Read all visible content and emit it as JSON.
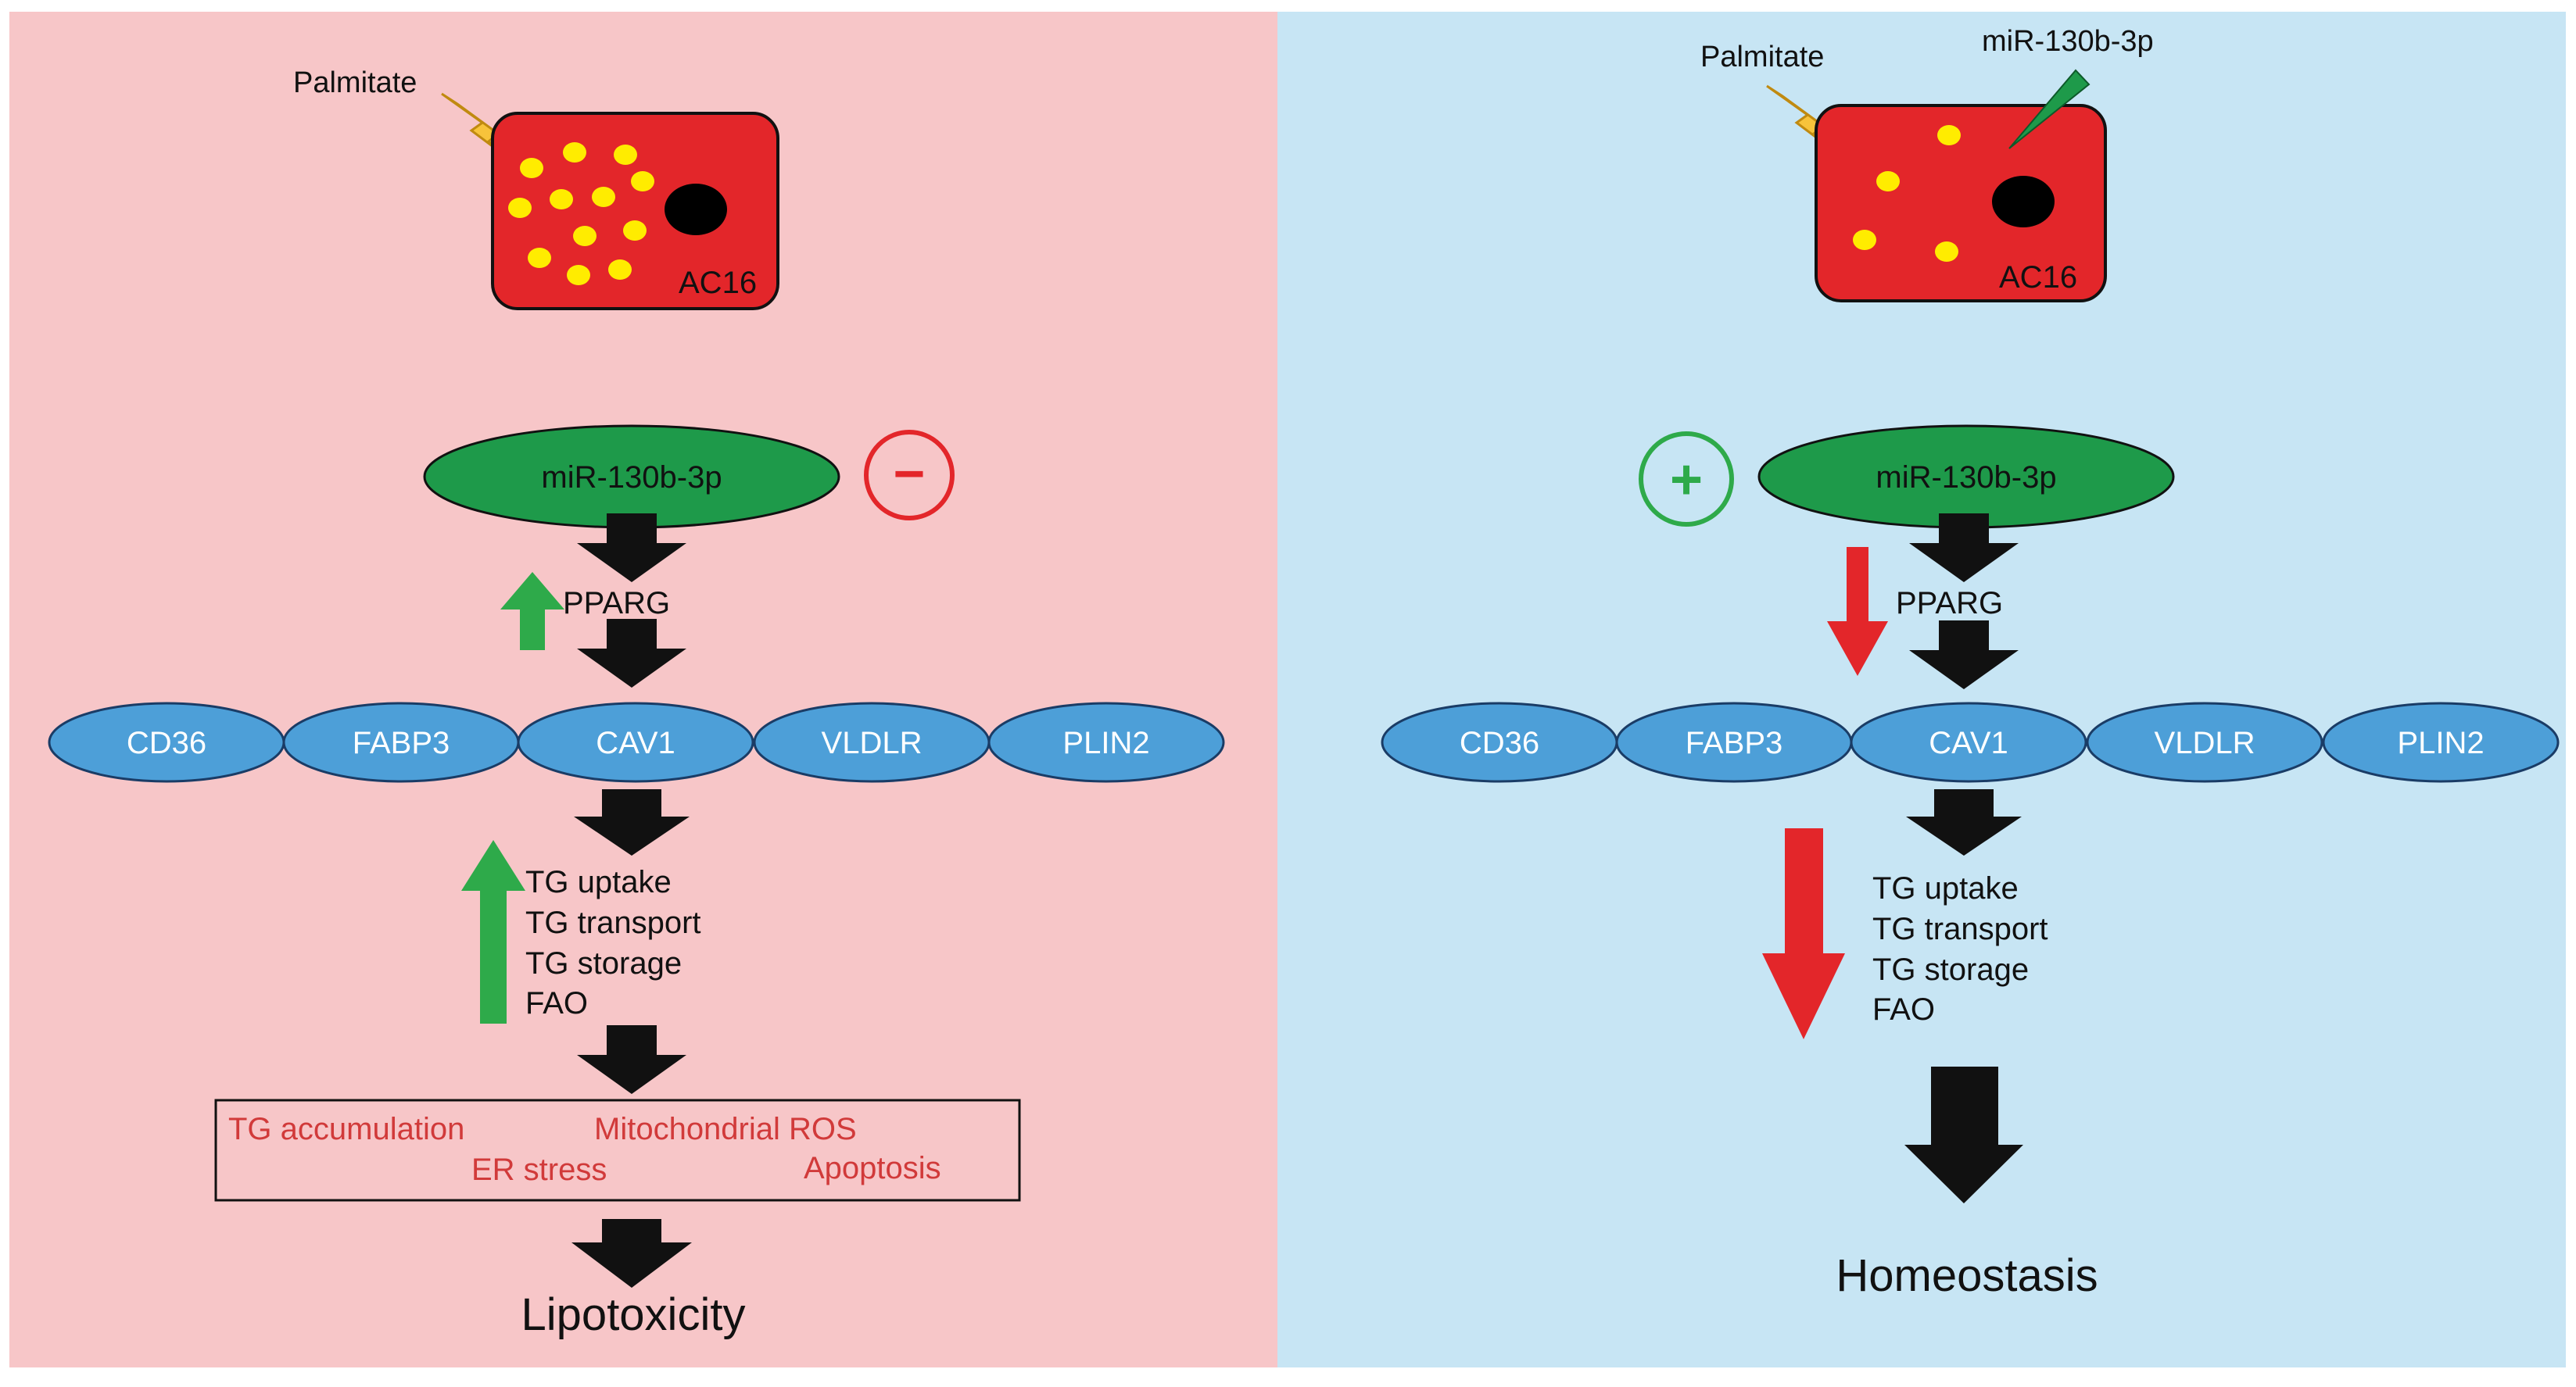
{
  "left_panel": {
    "background": "#f7c6c8",
    "cell": {
      "stimulus_label": "Palmitate",
      "cell_label": "AC16",
      "cell_color": "#e3262a",
      "droplet_color": "#ffec00"
    },
    "mirna_label": "miR-130b-3p",
    "regulation_sign": "−",
    "regulation_color": "#e3262a",
    "pparg_label": "PPARG",
    "pparg_arrow_direction": "up",
    "pparg_arrow_color": "#2eaa4a",
    "targets": [
      "CD36",
      "FABP3",
      "CAV1",
      "VLDLR",
      "PLIN2"
    ],
    "processes": [
      "TG uptake",
      "TG transport",
      "TG storage",
      "FAO"
    ],
    "process_arrow_direction": "up",
    "process_arrow_color": "#2eaa4a",
    "effects": {
      "tg_accumulation": "TG accumulation",
      "mito_ros": "Mitochondrial ROS",
      "er_stress": "ER stress",
      "apoptosis": "Apoptosis"
    },
    "effects_color": "#d13a3a",
    "outcome": "Lipotoxicity"
  },
  "right_panel": {
    "background": "#c7e5f4",
    "cell": {
      "stimulus_label": "Palmitate",
      "treatment_label": "miR-130b-3p",
      "cell_label": "AC16",
      "cell_color": "#e3262a",
      "droplet_color": "#ffec00",
      "treatment_color": "#1e9a4a"
    },
    "mirna_label": "miR-130b-3p",
    "regulation_sign": "+",
    "regulation_color": "#2eaa4a",
    "pparg_label": "PPARG",
    "pparg_arrow_direction": "down",
    "pparg_arrow_color": "#e3262a",
    "targets": [
      "CD36",
      "FABP3",
      "CAV1",
      "VLDLR",
      "PLIN2"
    ],
    "processes": [
      "TG uptake",
      "TG transport",
      "TG storage",
      "FAO"
    ],
    "process_arrow_direction": "down",
    "process_arrow_color": "#e3262a",
    "outcome": "Homeostasis"
  },
  "colors": {
    "mirna_fill": "#1e9a4a",
    "target_fill": "#4d9fd8",
    "bolt_fill": "#f7c33b",
    "flow_arrow": "#111111"
  }
}
